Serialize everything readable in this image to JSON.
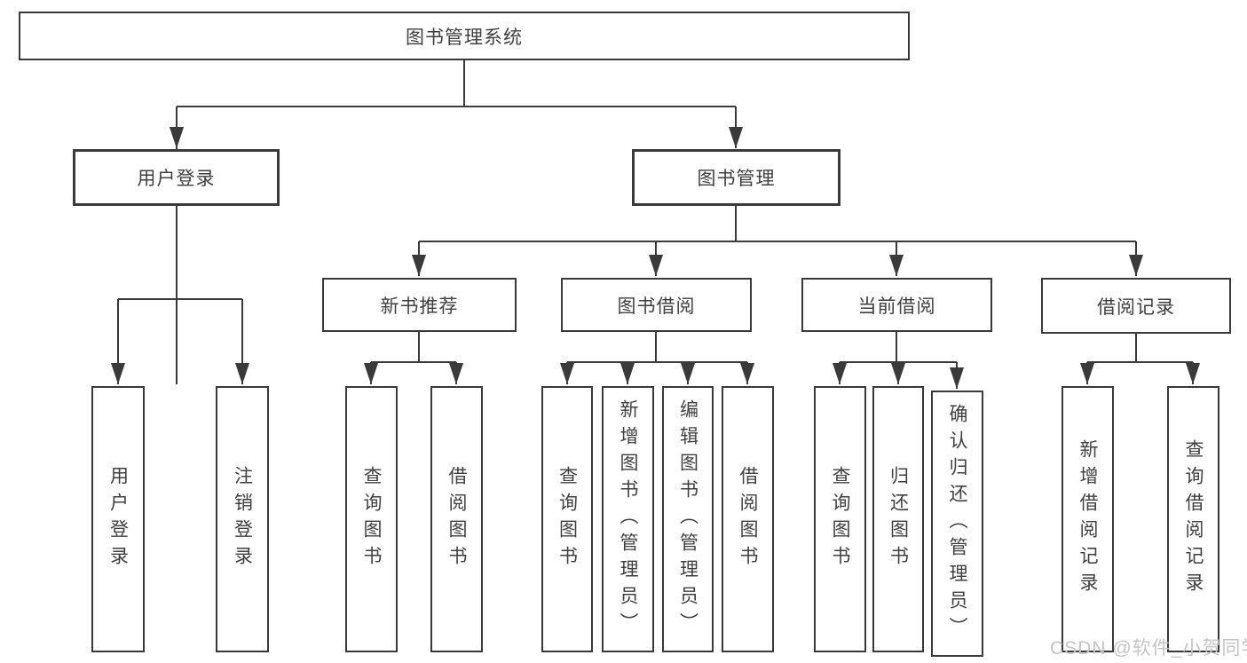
{
  "diagram": {
    "type": "hierarchy",
    "title": "图书管理系统",
    "branches": {
      "user_login": {
        "label": "用户登录",
        "children": {
          "login": "用户登录",
          "logout": "注销登录"
        }
      },
      "book_management": {
        "label": "图书管理",
        "children": {
          "new_book_recommend": {
            "label": "新书推荐",
            "children": {
              "query_books": "查询图书",
              "borrow_books": "借阅图书"
            }
          },
          "book_borrowing": {
            "label": "图书借阅",
            "children": {
              "query_books": "查询图书",
              "add_books": "新增图书（管理员）",
              "edit_books": "编辑图书（管理员）",
              "borrow_books": "借阅图书"
            }
          },
          "current_borrowing": {
            "label": "当前借阅",
            "children": {
              "query_books": "查询图书",
              "return_books": "归还图书",
              "confirm_return": "确认归还（管理员）"
            }
          },
          "borrowing_records": {
            "label": "借阅记录",
            "children": {
              "add_record": "新增借阅记录",
              "query_record": "查询借阅记录"
            }
          }
        }
      }
    }
  },
  "colors": {
    "line": "#3a3a3a",
    "text": "#3f3f3f",
    "background": "#ffffff",
    "watermark": "#c5c5c5"
  },
  "watermark": {
    "text": "CSDN @软件_小贺同学"
  }
}
